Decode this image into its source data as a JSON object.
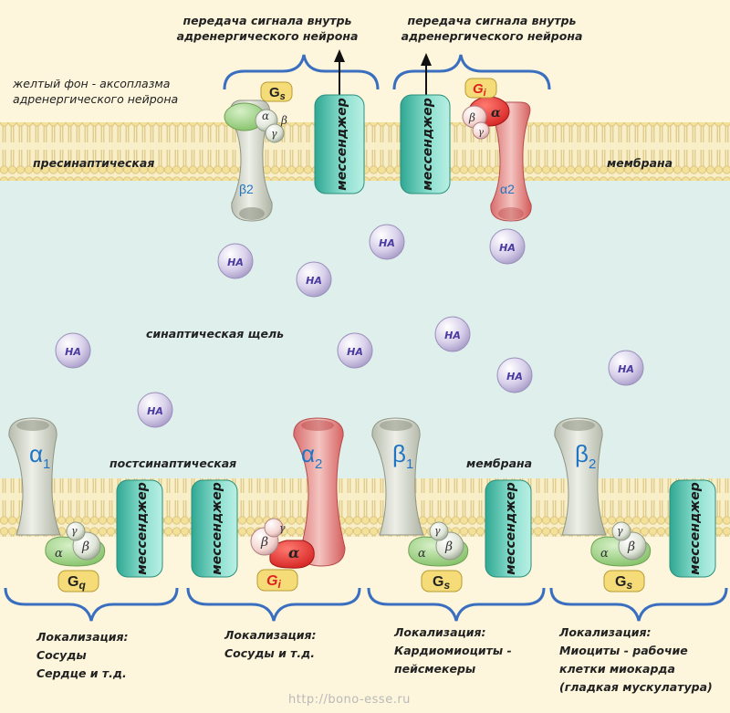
{
  "top_signal_left": [
    "передача сигнала внутрь",
    "адренергического нейрона"
  ],
  "top_signal_right": [
    "передача сигнала внутрь",
    "адренергического нейрона"
  ],
  "axoplasm_note": [
    "желтый фон - аксоплазма",
    "адренергического нейрона"
  ],
  "presynaptic_membrane": {
    "left": "пресинаптическая",
    "right": "мембрана"
  },
  "synaptic_cleft": "синаптическая щель",
  "postsynaptic_membrane": {
    "left": "постсинаптическая",
    "right": "мембрана"
  },
  "ligand": "НА",
  "messenger": "мессенджер",
  "subunits": {
    "alpha": "α",
    "beta": "β",
    "gamma": "γ"
  },
  "presynaptic_receptors": [
    {
      "label": "β2",
      "g_protein": "Gs",
      "g_base": "G",
      "g_sub": "s"
    },
    {
      "label": "α2",
      "g_protein": "Gi",
      "g_base": "G",
      "g_sub": "i"
    }
  ],
  "postsynaptic_receptors": [
    {
      "label": "α1",
      "base": "α",
      "sub": "1",
      "g_protein": "Gq",
      "g_base": "G",
      "g_sub": "q",
      "localization": [
        "Локализация:",
        "Сосуды",
        "Сердце и т.д."
      ]
    },
    {
      "label": "α2",
      "base": "α",
      "sub": "2",
      "g_protein": "Gi",
      "g_base": "G",
      "g_sub": "i",
      "localization": [
        "Локализация:",
        "Сосуды и т.д."
      ]
    },
    {
      "label": "β1",
      "base": "β",
      "sub": "1",
      "g_protein": "Gs",
      "g_base": "G",
      "g_sub": "s",
      "localization": [
        "Локализация:",
        "Кардиомиоциты -",
        "пейсмекеры"
      ]
    },
    {
      "label": "β2",
      "base": "β",
      "sub": "2",
      "g_protein": "Gs",
      "g_base": "G",
      "g_sub": "s",
      "localization": [
        "Локализация:",
        "Миоциты - рабочие",
        "клетки миокарда",
        "(гладкая мускулатура)"
      ]
    }
  ],
  "watermark": "http://bono-esse.ru",
  "colors": {
    "axoplasm": "#fdf6dc",
    "cleft": "#dff0ec",
    "lipid_head": "#f6e6a8",
    "lipid_tail": "#d9c27c",
    "receptor_grey": "#d4d8cc",
    "receptor_red": "#e58a8a",
    "messenger": "#5fc9b5",
    "g_protein_green": "#9ccf86",
    "g_protein_red": "#e23a3a",
    "g_label": "#f5dc78",
    "ligand": "#c8bde0",
    "label_blue": "#1f74c4",
    "bracket_blue": "#3a6fc0"
  }
}
